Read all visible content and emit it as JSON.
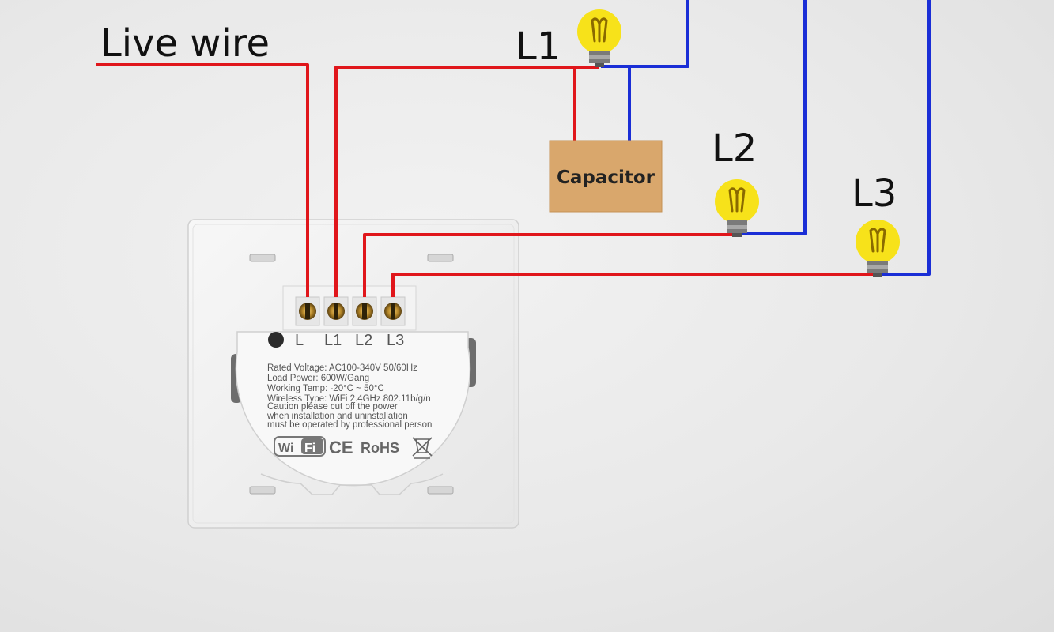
{
  "labels": {
    "live_wire": "Live wire",
    "l1": "L1",
    "l2": "L2",
    "l3": "L3",
    "capacitor": "Capacitor"
  },
  "terminals": [
    "L",
    "L1",
    "L2",
    "L3"
  ],
  "specs": [
    "Rated Voltage: AC100-340V 50/60Hz",
    "Load Power: 600W/Gang",
    "Working Temp: -20°C ~ 50°C",
    "Wireless Type: WiFi 2.4GHz 802.11b/g/n",
    "Caution please cut off the power",
    "when installation and uninstallation",
    "must be operated by professional person"
  ],
  "logos": {
    "wifi_left": "Wi",
    "wifi_right": "Fi",
    "ce": "CE",
    "rohs": "RoHS"
  },
  "colors": {
    "live": "#e0161b",
    "neutral": "#1a2ed6",
    "bulb": "#f7e21a",
    "capacitor": "#d9a76c"
  },
  "icons": [
    "light-bulb-icon",
    "weee-bin-icon"
  ]
}
